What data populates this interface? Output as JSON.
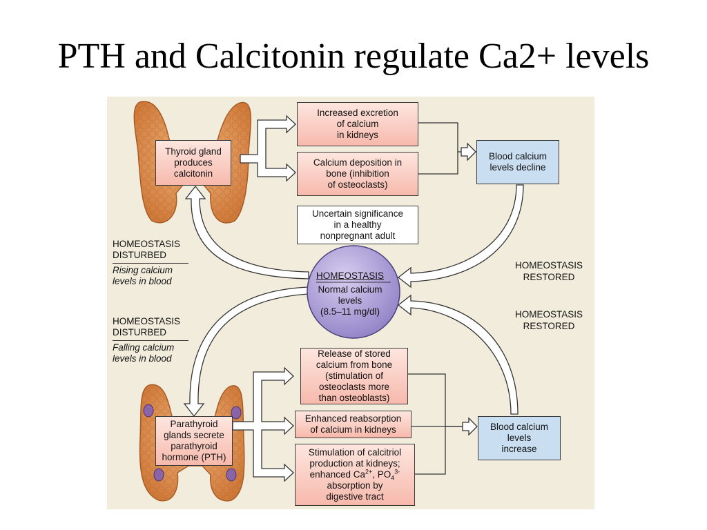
{
  "title": "PTH and Calcitonin regulate Ca2+ levels",
  "colors": {
    "pink_box": "#f7b9ac",
    "blue_box": "#c9def0",
    "center_circle": "#a99ad2",
    "gland": "#e0904c",
    "background": "#f1ecdc"
  },
  "thyroid_box": {
    "lines": [
      "Thyroid gland",
      "produces",
      "calcitonin"
    ]
  },
  "calcitonin_effects": [
    {
      "lines": [
        "Increased excretion",
        "of calcium",
        "in kidneys"
      ]
    },
    {
      "lines": [
        "Calcium deposition in",
        "bone (inhibition",
        "of osteoclasts)"
      ]
    }
  ],
  "uncertain_box": {
    "lines": [
      "Uncertain significance",
      "in a healthy",
      "nonpregnant adult"
    ]
  },
  "decline_box": {
    "lines": [
      "Blood calcium",
      "levels decline"
    ]
  },
  "disturbed_top": {
    "header": [
      "HOMEOSTASIS",
      "DISTURBED"
    ],
    "sub": [
      "Rising calcium",
      "levels in blood"
    ]
  },
  "disturbed_bottom": {
    "header": [
      "HOMEOSTASIS",
      "DISTURBED"
    ],
    "sub": [
      "Falling calcium",
      "levels in blood"
    ]
  },
  "center": {
    "header": "HOMEOSTASIS",
    "lines": [
      "Normal calcium",
      "levels",
      "(8.5–11 mg/dl)"
    ]
  },
  "restored_top": {
    "lines": [
      "HOMEOSTASIS",
      "RESTORED"
    ]
  },
  "restored_bottom": {
    "lines": [
      "HOMEOSTASIS",
      "RESTORED"
    ]
  },
  "parathyroid_box": {
    "lines": [
      "Parathyroid",
      "glands secrete",
      "parathyroid",
      "hormone (PTH)"
    ]
  },
  "pth_effects": [
    {
      "lines": [
        "Release of stored",
        "calcium from bone",
        "(stimulation of",
        "osteoclasts more",
        "than osteoblasts)"
      ]
    },
    {
      "lines": [
        "Enhanced reabsorption",
        "of calcium in kidneys"
      ]
    },
    {
      "lines": [
        "Stimulation of calcitriol",
        "production at kidneys;"
      ],
      "line3": {
        "pre": "enhanced Ca",
        "sup1": "2+",
        "mid": ", PO",
        "sub": "4",
        "sup2": "3-"
      },
      "tail": [
        "absorption by",
        "digestive tract"
      ]
    }
  ],
  "increase_box": {
    "lines": [
      "Blood calcium",
      "levels",
      "increase"
    ]
  }
}
